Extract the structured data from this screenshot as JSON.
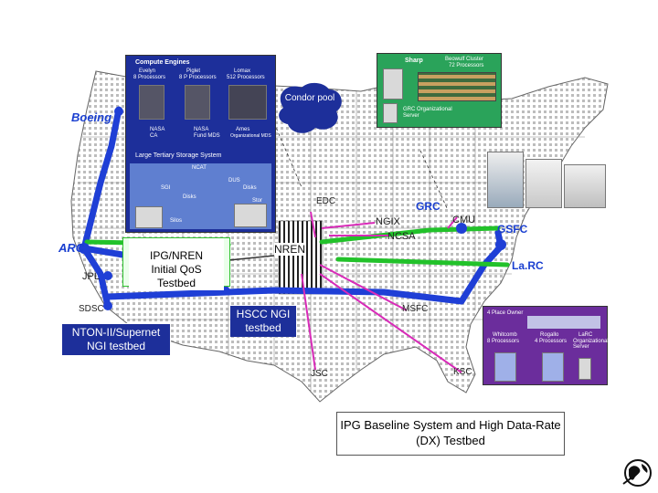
{
  "colors": {
    "backbone": "#1f3fd6",
    "green": "#22c22a",
    "magenta": "#d82bb8",
    "panel_blue": "#1d2f9a",
    "panel_green": "#2aa35a",
    "panel_purple": "#6b2d9c",
    "map_line": "#777777"
  },
  "compute_panel": {
    "title": "Compute Engines",
    "machines": [
      {
        "name": "Evelyn",
        "desc": "8 Processors"
      },
      {
        "name": "Piglet",
        "desc": "8 P Processors"
      },
      {
        "name": "Lomax",
        "desc": "512 Processors"
      }
    ],
    "nodes": [
      {
        "name": "NASA",
        "desc": "CA"
      },
      {
        "name": "NASA",
        "desc": "Fund MDS"
      },
      {
        "name": "Ames",
        "desc": "Organizational MDS"
      }
    ],
    "storage_title": "Large Tertiary Storage System",
    "storage_items": [
      "NCAT",
      "SGI",
      "Disks",
      "DUS",
      "Disks",
      "Stor"
    ],
    "silos": "Silos"
  },
  "condor_label": "Condor pool",
  "sharp_panel": {
    "title": "Sharp",
    "cluster": "Beowulf Cluster",
    "cluster_desc": "72 Processors",
    "org": "GRC Organizational Server"
  },
  "langley_panel": {
    "title": "4 Place Owner",
    "machines": [
      {
        "name": "Whitcomb",
        "desc": "8 Processors"
      },
      {
        "name": "Rogallo",
        "desc": "4 Processors"
      },
      {
        "name": "LaRC",
        "desc": "Organizational Server"
      }
    ]
  },
  "sites": {
    "boeing": "Boeing",
    "arc": "ARC",
    "jpl": "JPL",
    "sdsc": "SDSC",
    "edc": "EDC",
    "ngix": "NGIX",
    "ncsa": "NCSA",
    "grc": "GRC",
    "cmu": "CMU",
    "gsfc": "GSFC",
    "larc": "La.RC",
    "msfc": "MSFC",
    "jsc": "JSC",
    "ksc": "KSC",
    "nren": "NREN"
  },
  "testbeds": {
    "ipg_nren": "IPG/NREN Initial QoS Testbed",
    "nton": "NTON-II/Supernet NGI testbed",
    "hscc": "HSCC NGI testbed"
  },
  "caption": "IPG Baseline System and High Data-Rate (DX) Testbed"
}
